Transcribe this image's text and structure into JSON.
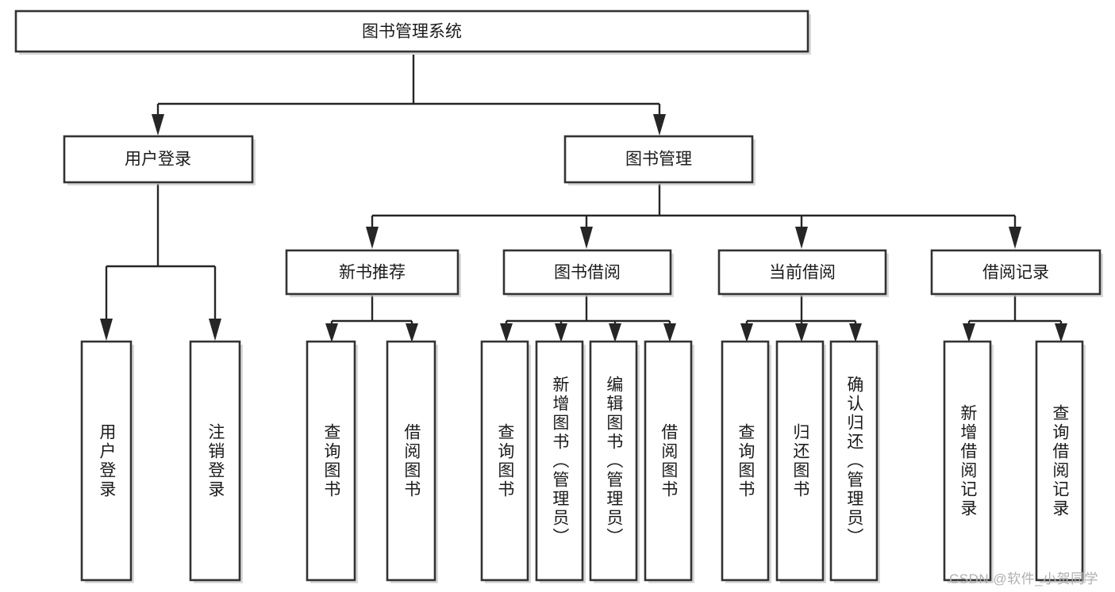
{
  "diagram": {
    "type": "tree-hierarchy",
    "title": "图书管理系统",
    "orientation": "top-down",
    "colors": {
      "box_border": "#333333",
      "box_fill": "#ffffff",
      "connector": "#262626",
      "text": "#1b1b1b",
      "watermark": "#b0b0b0",
      "background": "#ffffff"
    },
    "root": {
      "label": "图书管理系统",
      "orientation": "horizontal"
    },
    "level2": [
      {
        "label": "用户登录",
        "orientation": "horizontal"
      },
      {
        "label": "图书管理",
        "orientation": "horizontal"
      }
    ],
    "level3": [
      {
        "label": "新书推荐",
        "orientation": "horizontal",
        "parent": "图书管理"
      },
      {
        "label": "图书借阅",
        "orientation": "horizontal",
        "parent": "图书管理"
      },
      {
        "label": "当前借阅",
        "orientation": "horizontal",
        "parent": "图书管理"
      },
      {
        "label": "借阅记录",
        "orientation": "horizontal",
        "parent": "图书管理"
      }
    ],
    "leaves": [
      {
        "label": "用户登录",
        "orientation": "vertical",
        "parent": "用户登录"
      },
      {
        "label": "注销登录",
        "orientation": "vertical",
        "parent": "用户登录"
      },
      {
        "label": "查询图书",
        "orientation": "vertical",
        "parent": "新书推荐"
      },
      {
        "label": "借阅图书",
        "orientation": "vertical",
        "parent": "新书推荐"
      },
      {
        "label": "查询图书",
        "orientation": "vertical",
        "parent": "图书借阅"
      },
      {
        "label": "新增图书（管理员）",
        "orientation": "vertical",
        "parent": "图书借阅"
      },
      {
        "label": "编辑图书（管理员）",
        "orientation": "vertical",
        "parent": "图书借阅"
      },
      {
        "label": "借阅图书",
        "orientation": "vertical",
        "parent": "图书借阅"
      },
      {
        "label": "查询图书",
        "orientation": "vertical",
        "parent": "当前借阅"
      },
      {
        "label": "归还图书",
        "orientation": "vertical",
        "parent": "当前借阅"
      },
      {
        "label": "确认归还（管理员）",
        "orientation": "vertical",
        "parent": "当前借阅"
      },
      {
        "label": "新增借阅记录",
        "orientation": "vertical",
        "parent": "借阅记录"
      },
      {
        "label": "查询借阅记录",
        "orientation": "vertical",
        "parent": "借阅记录"
      }
    ],
    "watermark": "CSDN @软件_小贺同学"
  }
}
